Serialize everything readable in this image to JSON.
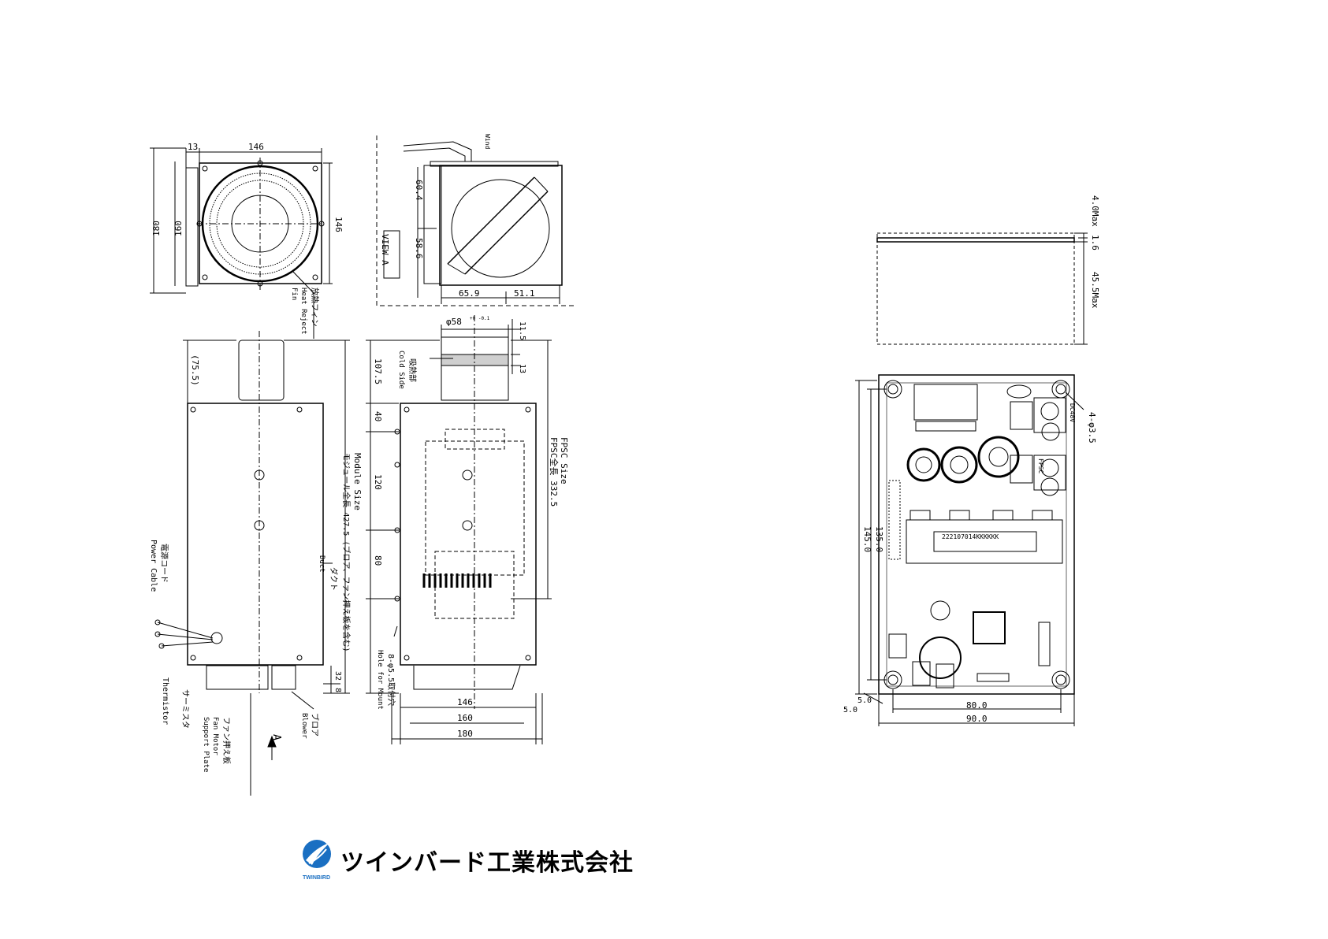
{
  "drawing": {
    "top_view": {
      "dims": {
        "flange": "13",
        "width": "146",
        "overall": "180",
        "inner": "160",
        "side": "146"
      },
      "labels": {
        "jp": "放熱フィン",
        "en1": "Heat Reject",
        "en2": "Fin"
      }
    },
    "view_a": {
      "label": "VIEW A",
      "wind": "Wind",
      "dims": {
        "upper": "60.4",
        "lower": "58.6",
        "left": "65.9",
        "right": "51.1"
      }
    },
    "side_view": {
      "dims": {
        "top": "(75.5)",
        "bottom_a": "32",
        "bottom_b": "8"
      },
      "module_size_en": "Module Size",
      "module_size_jp": "モジュール全長 427.5 (ブロア、ファン押え板を含む)",
      "duct_jp": "ダクト",
      "duct_en": "Duct",
      "power_cable_jp": "電源コード",
      "power_cable_en": "Power Cable",
      "thermistor_jp": "サーミスタ",
      "thermistor_en": "Thermistor",
      "fan_plate_jp": "ファン押え板",
      "fan_plate_en1": "Fan Motor",
      "fan_plate_en2": "Support Plate",
      "blower_jp": "ブロア",
      "blower_en": "Blower",
      "view_arrow": "A"
    },
    "front_view": {
      "diameter": "φ58",
      "tolerance": "+0 -0.1",
      "dims": {
        "d1": "11.5",
        "d2": "13",
        "d3": "107.5",
        "d4": "40",
        "d5": "120",
        "d6": "80",
        "w1": "146",
        "w2": "160",
        "w3": "180"
      },
      "cold_side_jp": "吸熱部",
      "cold_side_en": "Cold Side",
      "fpsc_size_en": "FPSC Size",
      "fpsc_size_jp": "FPSC全長 332.5",
      "holes": "8-φ5.5取付穴",
      "holes_en": "Hole for Mount"
    },
    "pcb": {
      "side_dims": {
        "max": "4.0Max",
        "t": "1.6",
        "h": "45.5Max"
      },
      "dims": {
        "h1": "135.0",
        "h2": "145.0",
        "w1": "80.0",
        "w2": "90.0",
        "m1": "5.0",
        "m2": "5.0",
        "hole": "4-φ3.5"
      },
      "connectors": {
        "dc": "DC48V",
        "fpsc": "FPSC"
      },
      "barcode": "222107014KKKKKK"
    }
  },
  "company": {
    "name": "ツインバード工業株式会社",
    "brand": "TWINBIRD",
    "colors": {
      "brand_blue": "#1a6fc2",
      "line": "#000000"
    }
  }
}
